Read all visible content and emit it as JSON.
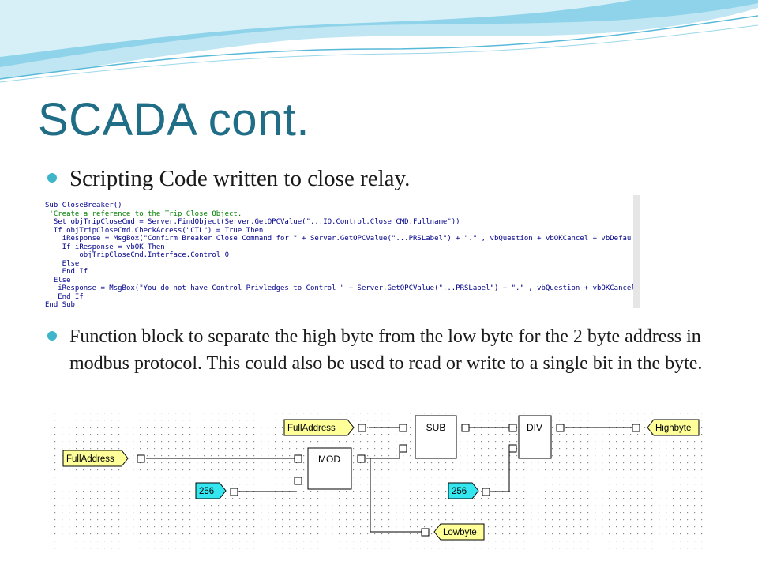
{
  "slide": {
    "title": "SCADA cont.",
    "bullet_1": "Scripting Code written to close relay.",
    "bullet_2": "Function block to separate the high byte from the low byte for the 2 byte address in modbus protocol.  This could also be used to read or write to a single bit in the byte."
  },
  "code_lines": [
    "Sub CloseBreaker()",
    "",
    " 'Create a reference to the Trip Close Object.",
    "  Set objTripCloseCmd = Server.FindObject(Server.GetOPCValue(\"...IO.Control.Close CMD.Fullname\"))",
    "  If objTripCloseCmd.CheckAccess(\"CTL\") = True Then",
    "    iResponse = MsgBox(\"Confirm Breaker Close Command for \" + Server.GetOPCValue(\"...PRSLabel\") + \".\" , vbQuestion + vbOKCancel + vbDefau",
    "    If iResponse = vbOK Then",
    "        objTripCloseCmd.Interface.Control 0",
    "    Else",
    "    End If",
    "  Else",
    "   iResponse = MsgBox(\"You do not have Control Privledges to Control \" + Server.GetOPCValue(\"...PRSLabel\") + \".\" , vbQuestion + vbOKCancel",
    "   End If",
    "End Sub"
  ],
  "diagram": {
    "blocks": {
      "sub": "SUB",
      "div": "DIV",
      "mod": "MOD"
    },
    "tags": {
      "full_address_1": "FullAddress",
      "full_address_2": "FullAddress",
      "const_256_a": "256",
      "const_256_b": "256",
      "high_byte": "Highbyte",
      "low_byte": "Lowbyte"
    },
    "colors": {
      "input_tag": "#ffff99",
      "output_tag": "#ffff99",
      "constant": "#33e6f0"
    }
  }
}
